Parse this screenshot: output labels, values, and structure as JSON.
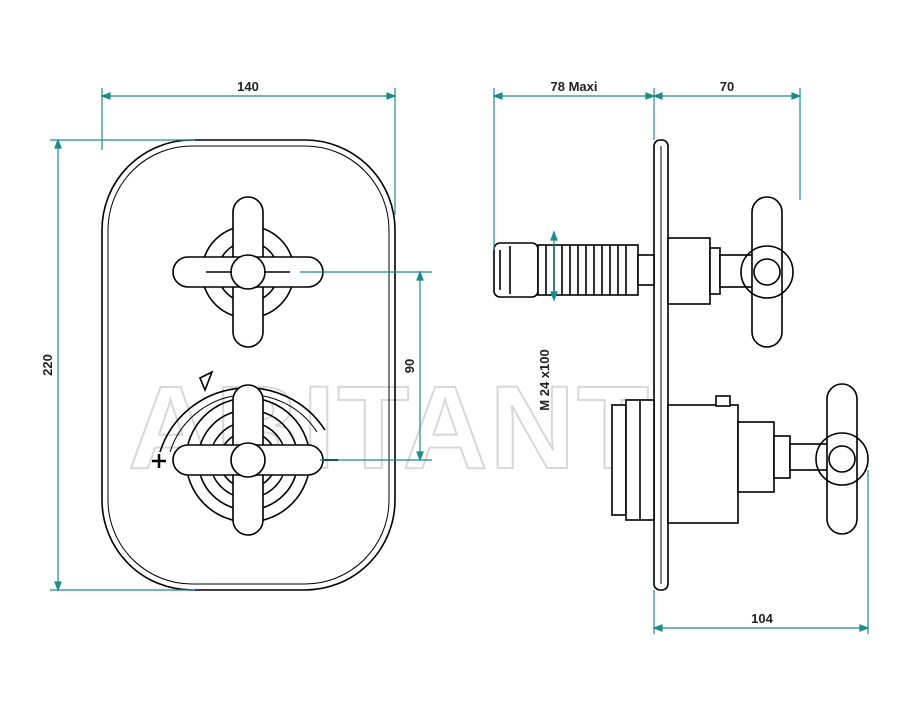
{
  "dimensions": {
    "front_width": "140",
    "front_height": "220",
    "valve_spacing": "90",
    "side_depth": "78  Maxi",
    "side_handle": "70",
    "side_total": "104",
    "thread": "M  24 x100"
  },
  "watermark": "ABITANT",
  "colors": {
    "line": "#000000",
    "dimension": "#1a8c8c",
    "watermark": "#d8d8d8"
  }
}
